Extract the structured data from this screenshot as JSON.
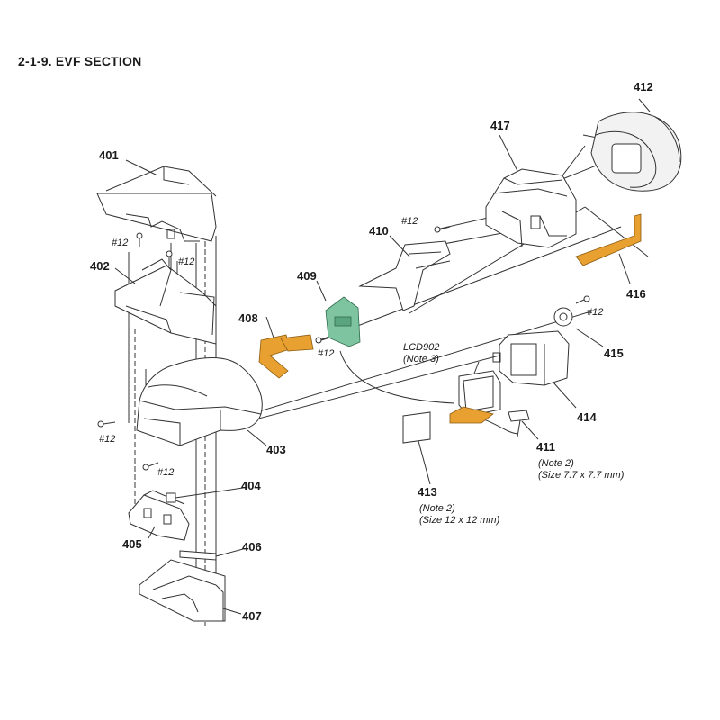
{
  "title": "2-1-9. EVF SECTION",
  "parts": {
    "p401": "401",
    "p402": "402",
    "p403": "403",
    "p404": "404",
    "p405": "405",
    "p406": "406",
    "p407": "407",
    "p408": "408",
    "p409": "409",
    "p410": "410",
    "p411": "411",
    "p412": "412",
    "p413": "413",
    "p414": "414",
    "p415": "415",
    "p416": "416",
    "p417": "417"
  },
  "screw_label": "#12",
  "lcd": {
    "name": "LCD902",
    "note": "(Note 3)"
  },
  "note411": {
    "note": "(Note 2)",
    "size": "(Size 7.7 x 7.7 mm)"
  },
  "note413": {
    "note": "(Note 2)",
    "size": "(Size 12 x 12 mm)"
  },
  "colors": {
    "flex_orange": "#e8a030",
    "pcb_green": "#7fc4a0",
    "line": "#333333"
  }
}
